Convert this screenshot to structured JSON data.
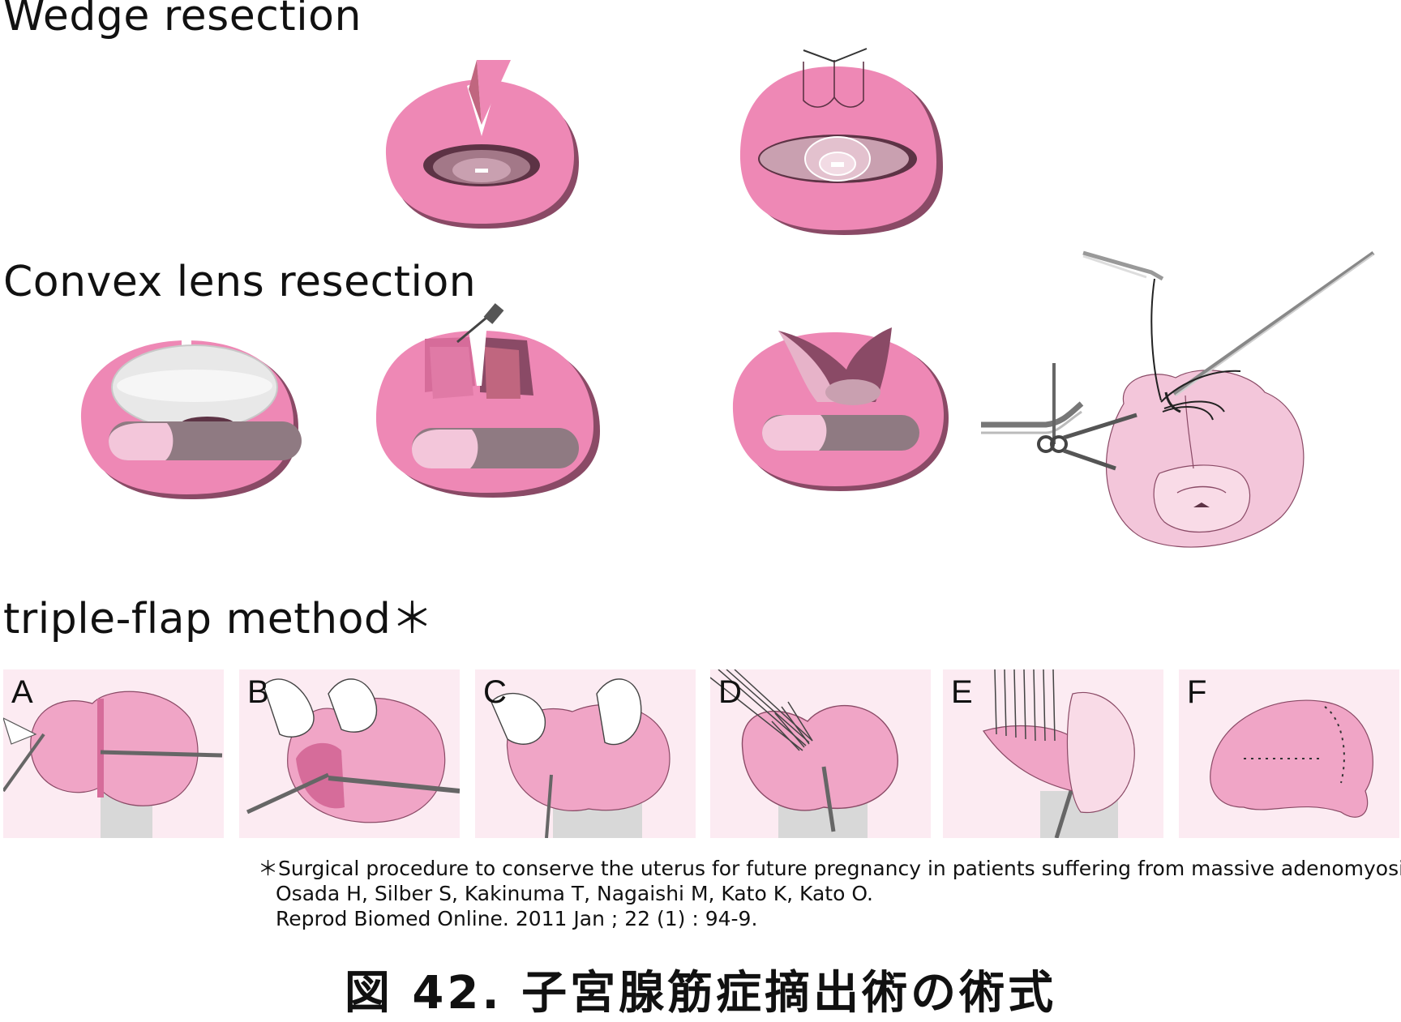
{
  "sections": {
    "wedge": {
      "title": "Wedge resection"
    },
    "convex": {
      "title": "Convex lens resection"
    },
    "triple": {
      "title": "triple-flap method＊"
    }
  },
  "panels": [
    {
      "letter": "A"
    },
    {
      "letter": "B"
    },
    {
      "letter": "C"
    },
    {
      "letter": "D"
    },
    {
      "letter": "E"
    },
    {
      "letter": "F"
    }
  ],
  "footnote": {
    "line1": "＊Surgical procedure to conserve the uterus for future pregnancy in patients suffering from massive adenomyosis.",
    "line2": "Osada H, Silber S, Kakinuma T, Nagaishi M, Kato K, Kato O.",
    "line3": "Reprod Biomed Online. 2011 Jan ; 22 (1) : 94-9."
  },
  "caption": "図 42.  子宮腺筋症摘出術の術式",
  "colors": {
    "tissue": "#ee88b5",
    "tissue_shadow": "#8a4a66",
    "cavity": "#a37888",
    "light_pink": "#f3c6da",
    "panel_bg": "#fcebf2"
  }
}
